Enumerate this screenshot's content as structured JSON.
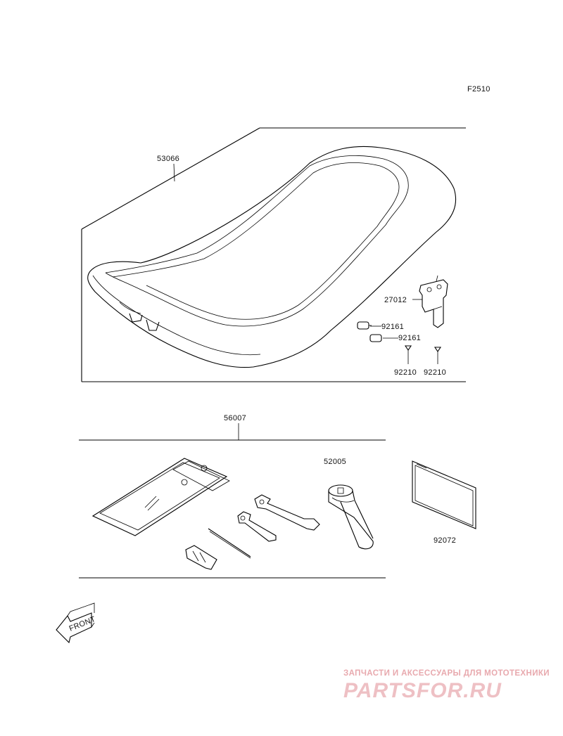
{
  "drawing_code": "F2510",
  "parts": {
    "seat": "53066",
    "bracket": "27012",
    "damper_a": "92161",
    "damper_b": "92161",
    "screw_a": "92210",
    "screw_b": "92210",
    "tool_kit": "56007",
    "tool_case": "52005",
    "manual": "92072"
  },
  "front_marker": "FRONT",
  "watermark": {
    "tagline": "ЗАПЧАСТИ И АКСЕССУАРЫ ДЛЯ МОТОТЕХНИКИ",
    "logo": "PARTSFOR.RU"
  }
}
